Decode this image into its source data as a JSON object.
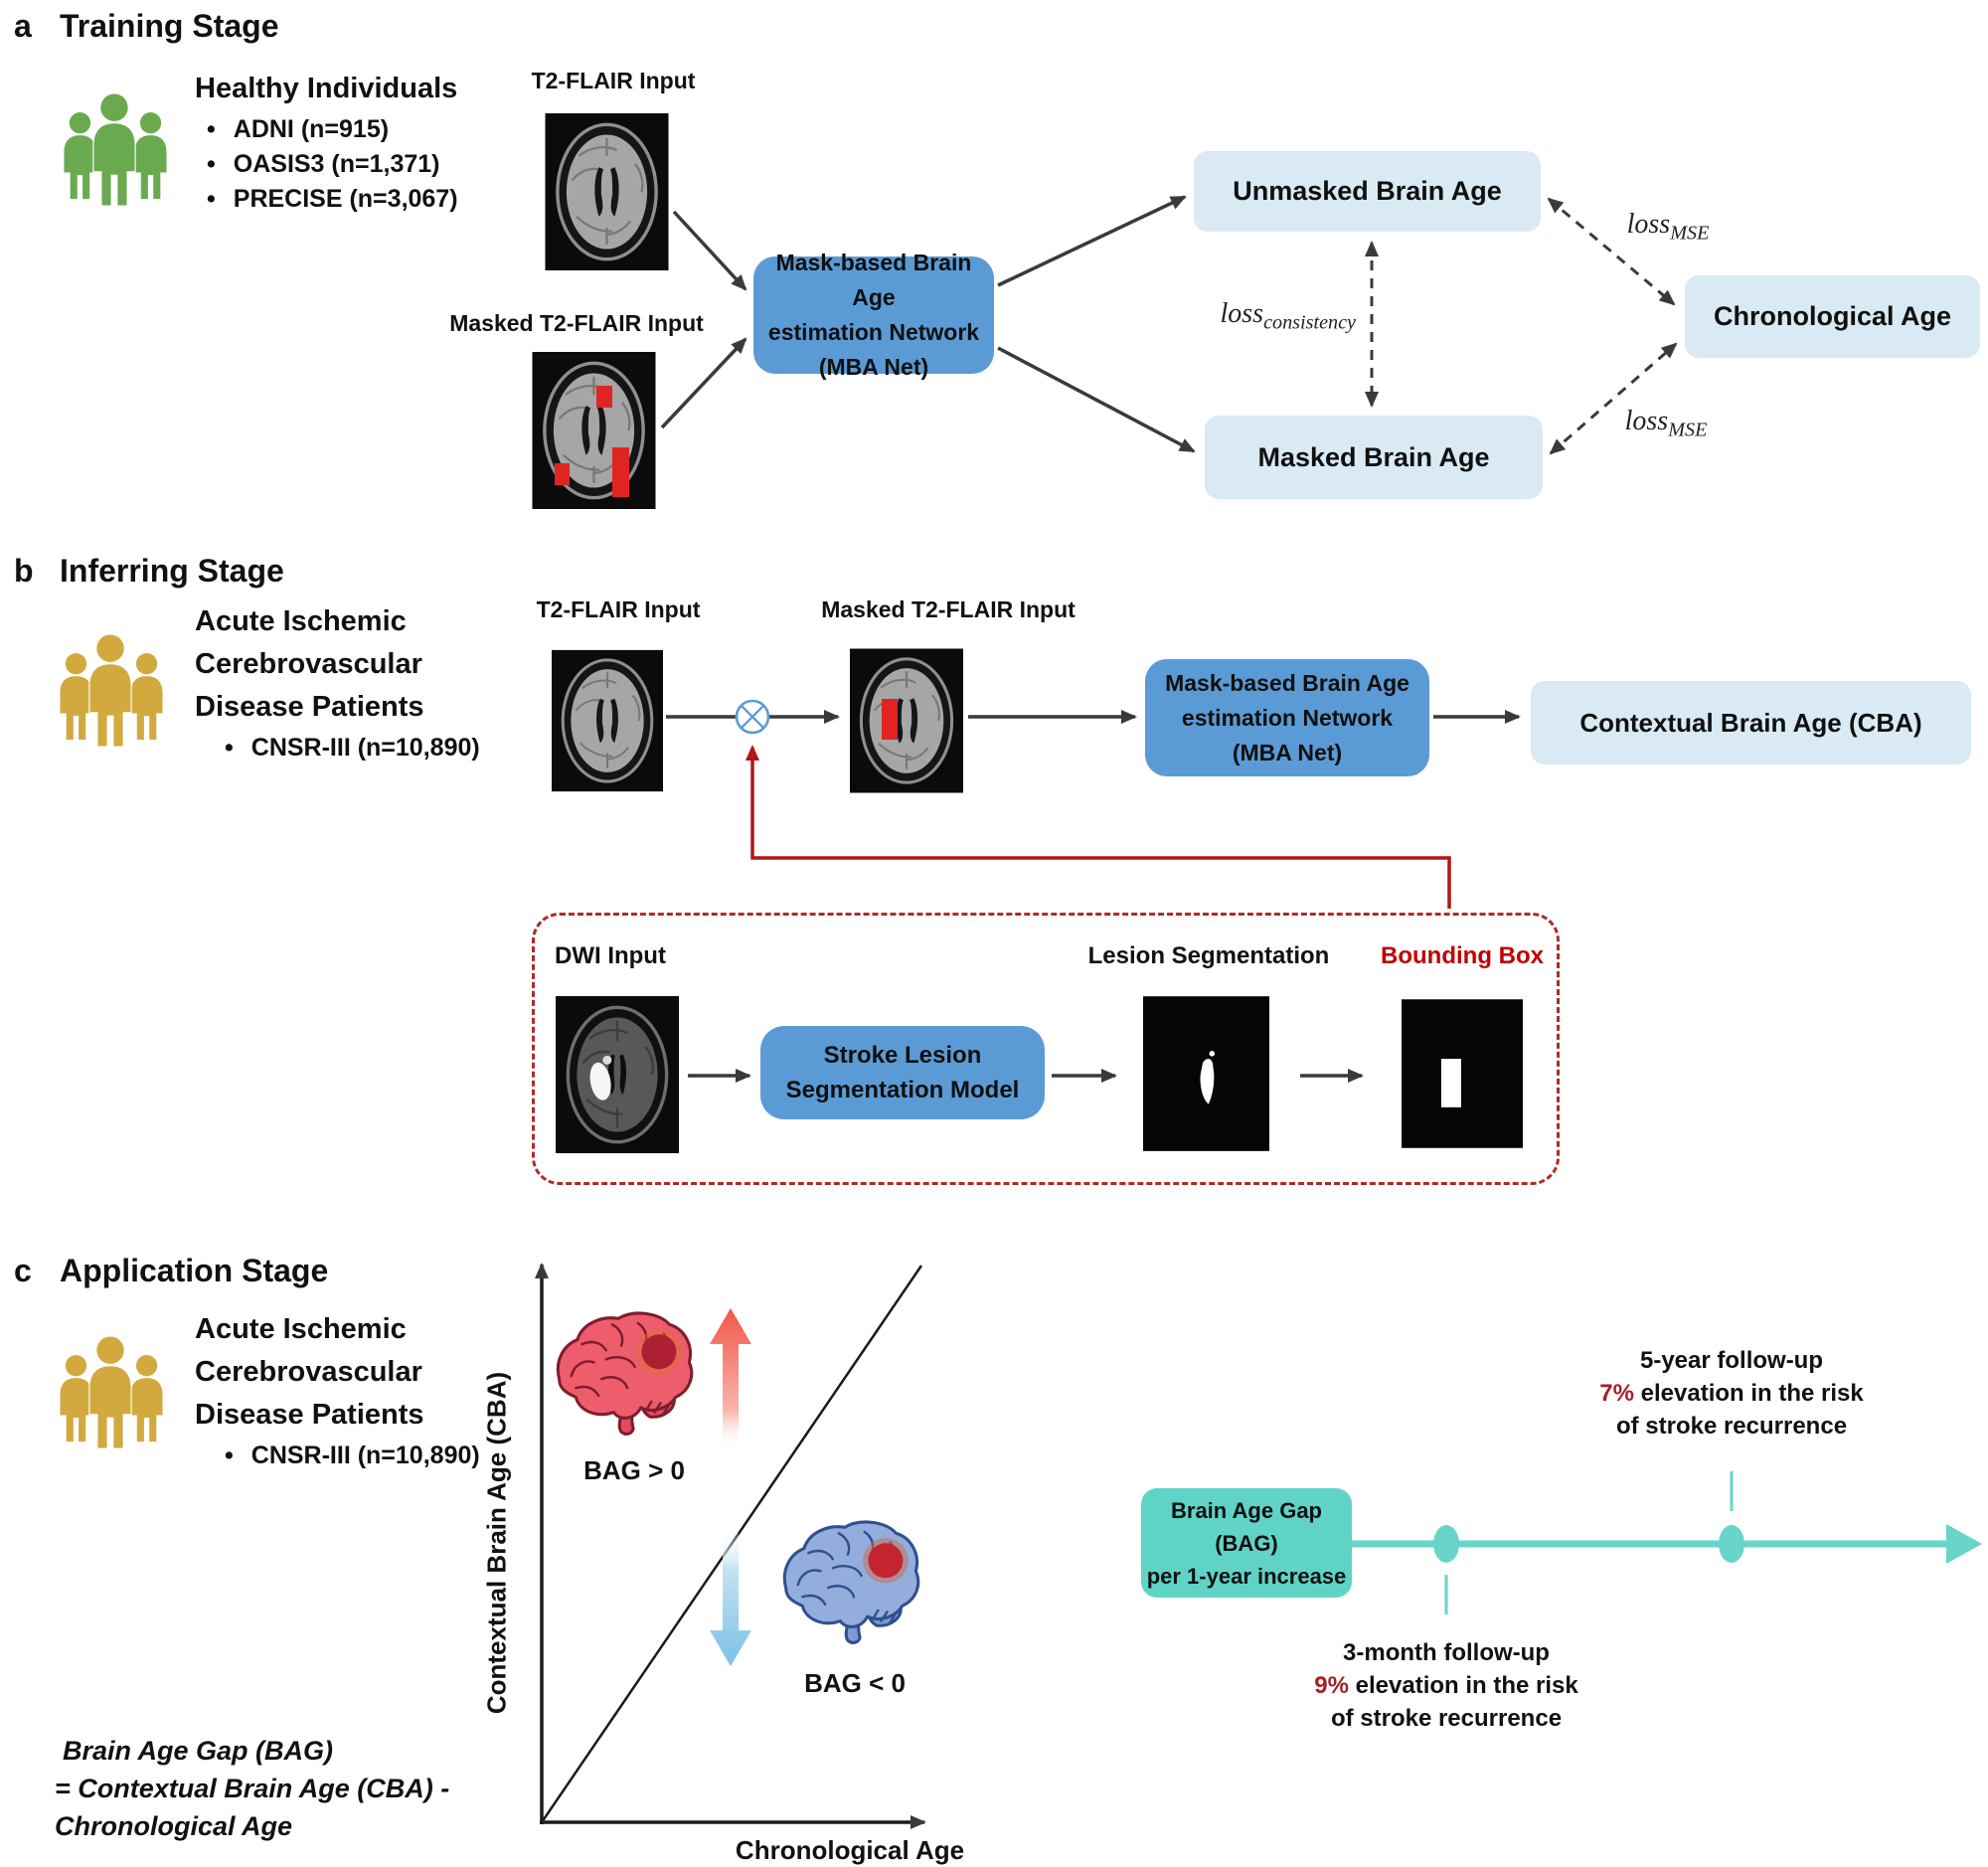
{
  "colors": {
    "network_box_blue": "#5b9bd5",
    "light_box_blue": "#d9eaf4",
    "teal_box": "#5fd3c6",
    "teal_timeline": "#68d5c8",
    "green_people": "#6aaa4f",
    "gold_people": "#d2a93f",
    "red_accent": "#c00000",
    "dark_red_pct": "#a31f24",
    "mask_red": "#e02424"
  },
  "panel_a": {
    "tag": "a",
    "title": "Training Stage",
    "group_title": "Healthy Individuals",
    "bullet_glyph": "•",
    "bullets": [
      "ADNI (n=915)",
      "OASIS3 (n=1,371)",
      "PRECISE (n=3,067)"
    ],
    "t2_input_label": "T2-FLAIR Input",
    "masked_input_label": "Masked T2-FLAIR Input",
    "mba_net": [
      "Mask-based Brain Age",
      "estimation Network",
      "(MBA Net)"
    ],
    "unmasked_box": "Unmasked Brain Age",
    "masked_box": "Masked Brain Age",
    "chronological_box": "Chronological Age",
    "loss_consistency": {
      "base": "loss",
      "sub": "consistency"
    },
    "loss_mse_top": {
      "base": "loss",
      "sub": "MSE"
    },
    "loss_mse_bottom": {
      "base": "loss",
      "sub": "MSE"
    }
  },
  "panel_b": {
    "tag": "b",
    "title": "Inferring Stage",
    "group_title_lines": [
      "Acute Ischemic",
      "Cerebrovascular",
      "Disease Patients"
    ],
    "bullet_glyph": "•",
    "bullet": "CNSR-III (n=10,890)",
    "t2_input_label": "T2-FLAIR Input",
    "masked_input_label": "Masked T2-FLAIR Input",
    "mba_net": [
      "Mask-based Brain Age",
      "estimation Network",
      "(MBA Net)"
    ],
    "cba_box": "Contextual Brain Age (CBA)",
    "dwi_label": "DWI Input",
    "seg_model": [
      "Stroke Lesion",
      "Segmentation Model"
    ],
    "lesion_label": "Lesion Segmentation",
    "bbox_label": "Bounding Box"
  },
  "panel_c": {
    "tag": "c",
    "title": "Application Stage",
    "group_title_lines": [
      "Acute Ischemic",
      "Cerebrovascular",
      "Disease Patients"
    ],
    "bullet_glyph": "•",
    "bullet": "CNSR-III (n=10,890)",
    "plot": {
      "ylabel": "Contextual Brain Age (CBA)",
      "xlabel": "Chronological Age",
      "bag_positive": "BAG > 0",
      "bag_negative": "BAG < 0"
    },
    "formula_lines": [
      "Brain Age Gap (BAG)",
      "= Contextual Brain Age (CBA) -",
      "Chronological Age"
    ],
    "bag_box_lines": [
      "Brain Age Gap (BAG)",
      "per 1-year increase"
    ],
    "timeline": {
      "followup_3m": {
        "title": "3-month follow-up",
        "pct": "9%",
        "rest": " elevation in the risk",
        "line3": "of stroke recurrence"
      },
      "followup_5y": {
        "title": "5-year follow-up",
        "pct": "7%",
        "rest": " elevation in the risk",
        "line3": "of stroke recurrence"
      }
    }
  }
}
